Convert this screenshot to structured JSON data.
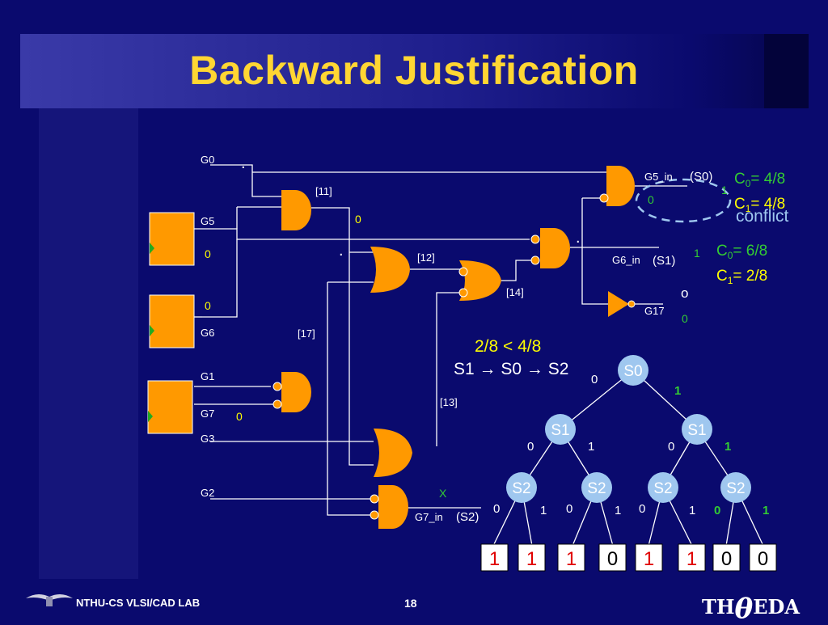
{
  "slide": {
    "title": "Backward Justification",
    "footer_lab": "NTHU-CS VLSI/CAD LAB",
    "page_number": "18",
    "logo_left": "TH",
    "logo_mid": "θ",
    "logo_right": "EDA"
  },
  "signals": {
    "g0": "G0",
    "g5": "G5",
    "g6": "G6",
    "g1": "G1",
    "g7": "G7",
    "g3": "G3",
    "g2": "G2",
    "g5_val": "0",
    "g6_val": "0",
    "g7_val": "0",
    "n11": "[11]",
    "n11_val": "0",
    "n12": "[12]",
    "n13": "[13]",
    "n14": "[14]",
    "n17": "[17]",
    "g5_in": "G5_in",
    "s0_tag": "(S0)",
    "g5_in_v1": "1",
    "g5_in_v0": "0",
    "g6_in": "G6_in",
    "s1_tag": "(S1)",
    "g6_in_v": "1",
    "g7_in": "G7_in",
    "s2_tag": "(S2)",
    "g7_in_x": "X",
    "g17": "G17",
    "g17_o": "o",
    "g17_v": "0"
  },
  "annotations": {
    "c0a_pre": "C",
    "c0a_sub": "0",
    "c0a_val": "= 4/8",
    "c1a_pre": "C",
    "c1a_sub": "1",
    "c1a_val": "= 4/8",
    "conflict": "conflict",
    "c0b_pre": "C",
    "c0b_sub": "0",
    "c0b_val": "= 6/8",
    "c1b_pre": "C",
    "c1b_sub": "1",
    "c1b_val": "= 2/8",
    "compare": "2/8 < 4/8",
    "order_a": "S1",
    "order_b": "S0",
    "order_c": "S2"
  },
  "tree": {
    "root": "S0",
    "l1_left": "S1",
    "l1_right": "S1",
    "l2": [
      "S2",
      "S2",
      "S2",
      "S2"
    ],
    "edge_root_0": "0",
    "edge_root_1": "1",
    "edge_l1a_0": "0",
    "edge_l1a_1": "1",
    "edge_l1b_0": "0",
    "edge_l1b_1": "1",
    "edge_l2": [
      "0",
      "1",
      "0",
      "1",
      "0",
      "1",
      "0",
      "1"
    ],
    "leaves": [
      "1",
      "1",
      "1",
      "0",
      "1",
      "1",
      "0",
      "0"
    ],
    "leaf_colors": [
      "#e00000",
      "#e00000",
      "#e00000",
      "#000000",
      "#e00000",
      "#e00000",
      "#000000",
      "#000000"
    ]
  },
  "colors": {
    "background": "#0a0a6e",
    "title": "#ffd633",
    "gate_fill": "#ff9900",
    "node_fill": "#9fc7ef",
    "highlight_green": "#33cc33",
    "annotation_yellow": "#ffff00"
  }
}
